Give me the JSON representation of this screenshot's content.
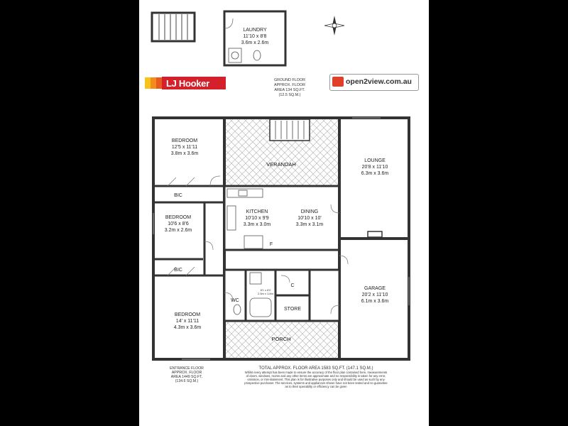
{
  "colors": {
    "lj_red": "#d4202a",
    "lj_orange": "#f28c1c",
    "lj_yellow": "#f7c31a",
    "o2v_red": "#e0402a"
  },
  "logos": {
    "ljhooker": "LJ Hooker",
    "open2view": "open2view.com.au"
  },
  "ground_floor": {
    "line1": "GROUND FLOOR",
    "line2": "APPROX. FLOOR",
    "line3": "AREA 134 SQ.FT.",
    "line4": "(12.5 SQ.M.)"
  },
  "rooms": {
    "laundry": {
      "name": "LAUNDRY",
      "imperial": "11'10 x 8'8",
      "metric": "3.6m x 2.6m"
    },
    "bedroom1": {
      "name": "BEDROOM",
      "imperial": "12'5 x 11'11",
      "metric": "3.8m x 3.6m"
    },
    "bedroom2": {
      "name": "BEDROOM",
      "imperial": "10'6 x 8'6",
      "metric": "3.2m x 2.6m"
    },
    "bedroom3": {
      "name": "BEDROOM",
      "imperial": "14' x 11'11",
      "metric": "4.3m x 3.6m"
    },
    "verandah": {
      "name": "VERANDAH"
    },
    "kitchen": {
      "name": "KITCHEN",
      "imperial": "10'10 x 9'9",
      "metric": "3.3m x 3.0m"
    },
    "dining": {
      "name": "DINING",
      "imperial": "10'10 x 10'",
      "metric": "3.3m x 3.1m"
    },
    "lounge": {
      "name": "LOUNGE",
      "imperial": "20'8 x 11'10",
      "metric": "6.3m x 3.6m"
    },
    "garage": {
      "name": "GARAGE",
      "imperial": "20'2 x 11'10",
      "metric": "6.1m x 3.6m"
    },
    "bathroom": {
      "imperial": "8'1 x 6'0",
      "metric": "2.5m x 1.8m"
    },
    "bic1": "BIC",
    "bic2": "BIC",
    "wc": "WC",
    "store": "STORE",
    "cupboard": "C",
    "fridge": "F",
    "porch": "PORCH"
  },
  "entrance_floor": {
    "line1": "ENTRANCE FLOOR",
    "line2": "APPROX. FLOOR",
    "line3": "AREA 1449 SQ.FT.",
    "line4": "(134.6 SQ.M.)"
  },
  "total": {
    "line1": "TOTAL APPROX. FLOOR AREA 1583 SQ.FT. (147.1 SQ.M.)",
    "line2": "Whilst every attempt has been made to ensure the accuracy of the floor plan contained here, measurements",
    "line3": "of doors, windows, rooms and any other items are approximate and no responsibility is taken for any error,",
    "line4": "omission, or mis-statement. This plan is for illustrative purposes only and should be used as such by any",
    "line5": "prospective purchaser. The services, systems and appliances shown have not been tested and no guarantee",
    "line6": "as to their operability or efficiency can be given"
  }
}
